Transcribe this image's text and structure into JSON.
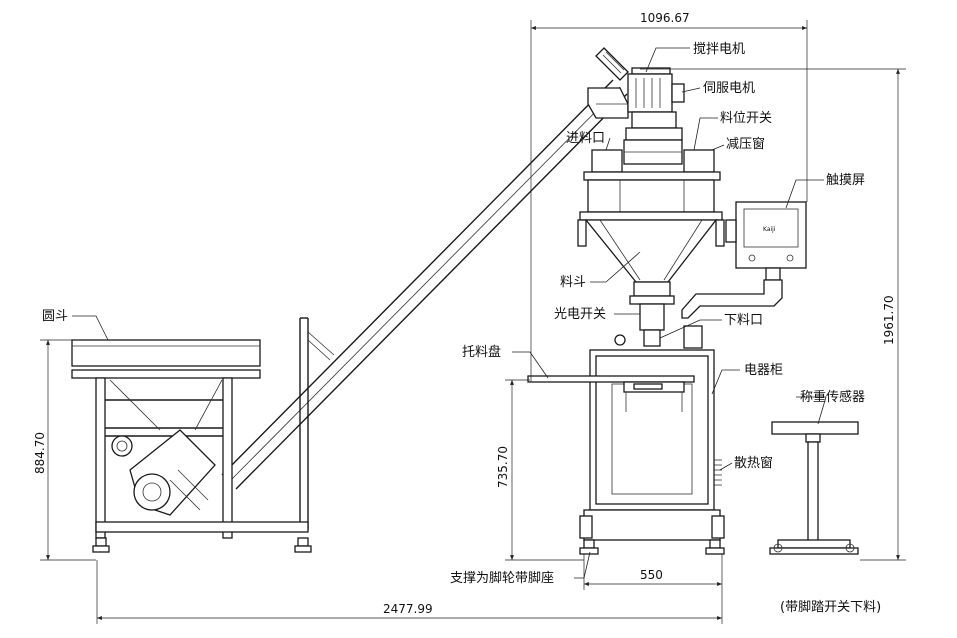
{
  "labels": {
    "stirring_motor": "搅拌电机",
    "servo_motor": "伺服电机",
    "level_switch": "料位开关",
    "feed_inlet": "进料口",
    "pressure_relief_window": "减压窗",
    "touch_screen": "触摸屏",
    "hopper": "料斗",
    "photo_switch": "光电开关",
    "discharge_outlet": "下料口",
    "tray": "托料盘",
    "electric_cabinet": "电器柜",
    "weighing_sensor": "称重传感器",
    "cooling_window": "散热窗",
    "round_hopper": "圆斗",
    "support_note": "支撑为脚轮带脚座",
    "foot_pedal_note": "(带脚踏开关下料)",
    "screen_text": "Kaiji"
  },
  "dimensions": {
    "width_top": "1096.67",
    "height_right": "1961.70",
    "height_left": "884.70",
    "height_table": "735.70",
    "base_width": "550",
    "total_length": "2477.99"
  }
}
